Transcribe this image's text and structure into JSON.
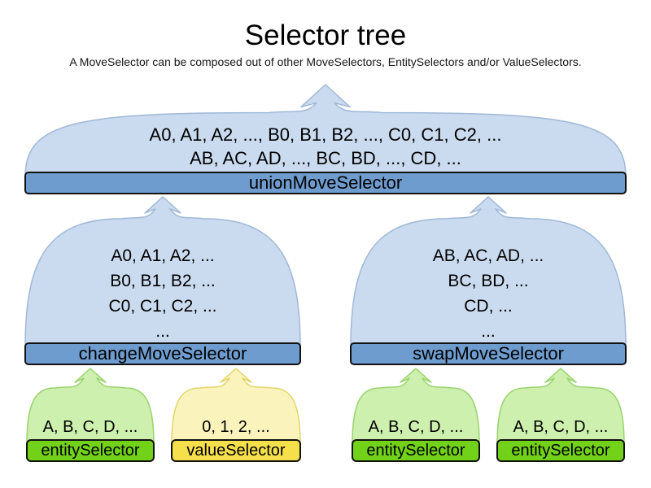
{
  "title": "Selector tree",
  "subtitle": "A MoveSelector can be composed out of other MoveSelectors, EntitySelectors and/or ValueSelectors.",
  "nodes": {
    "union": {
      "label": "unionMoveSelector",
      "lines": [
        "A0, A1, A2, ..., B0, B1, B2, ..., C0, C1, C2, ...",
        "AB, AC, AD, ..., BC, BD, ..., CD, ..."
      ]
    },
    "change": {
      "label": "changeMoveSelector",
      "lines": [
        "A0, A1, A2, ...",
        "B0, B1, B2, ...",
        "C0, C1, C2, ...",
        "..."
      ]
    },
    "swap": {
      "label": "swapMoveSelector",
      "lines": [
        "AB, AC, AD, ...",
        "BC, BD, ...",
        "CD, ...",
        "..."
      ]
    },
    "entity1": {
      "label": "entitySelector",
      "lines": [
        "A, B, C, D, ..."
      ]
    },
    "value1": {
      "label": "valueSelector",
      "lines": [
        "0, 1, 2, ..."
      ]
    },
    "entity2": {
      "label": "entitySelector",
      "lines": [
        "A, B, C, D, ..."
      ]
    },
    "entity3": {
      "label": "entitySelector",
      "lines": [
        "A, B, C, D, ..."
      ]
    }
  },
  "colors": {
    "funnel_blue_fill": "#cadbef",
    "funnel_blue_stroke": "#9fb8d6",
    "funnel_green_fill": "#cdf0ae",
    "funnel_green_stroke": "#9ad26c",
    "funnel_yellow_fill": "#faf4bc",
    "funnel_yellow_stroke": "#e3d46b",
    "bar_blue": "#6e9ccf",
    "bar_green": "#72d219",
    "bar_yellow": "#f5e04b",
    "bar_border": "#111111",
    "text": "#000000"
  }
}
